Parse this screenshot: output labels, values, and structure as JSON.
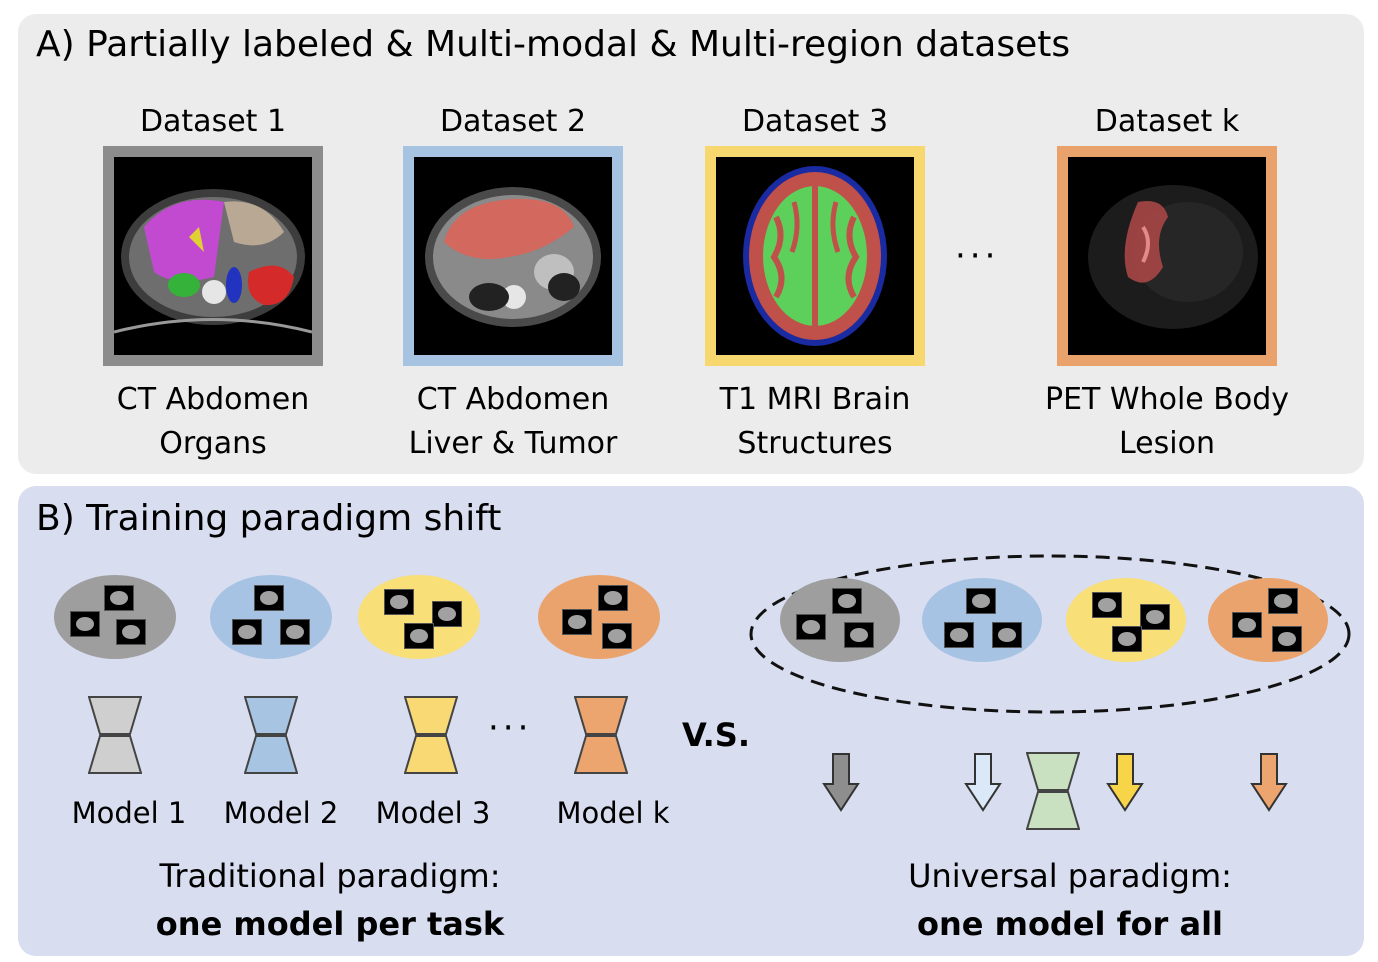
{
  "panel_a": {
    "title": "A) Partially labeled & Multi-modal & Multi-region datasets",
    "datasets": [
      {
        "label": "Dataset 1",
        "caption_line1": "CT  Abdomen",
        "caption_line2": "Organs",
        "frame_color": "#8c8c8c"
      },
      {
        "label": "Dataset 2",
        "caption_line1": "CT  Abdomen",
        "caption_line2": "Liver & Tumor",
        "frame_color": "#a6c3e1"
      },
      {
        "label": "Dataset 3",
        "caption_line1": "T1 MRI Brain",
        "caption_line2": "Structures",
        "frame_color": "#f7d86e"
      },
      {
        "label": "Dataset k",
        "caption_line1": "PET  Whole Body",
        "caption_line2": "Lesion",
        "frame_color": "#e9a26b"
      }
    ],
    "ellipsis": "···"
  },
  "panel_b": {
    "title": "B) Training paradigm shift",
    "models": [
      {
        "label": "Model 1",
        "color": "#cfcfcf"
      },
      {
        "label": "Model 2",
        "color": "#a8c4e3"
      },
      {
        "label": "Model 3",
        "color": "#f8d974"
      },
      {
        "label": "Model k",
        "color": "#eca56e"
      }
    ],
    "model_ellipsis": "···",
    "vs": "V.S.",
    "traditional_line1": "Traditional paradigm:",
    "traditional_line2": "one model per task",
    "universal_line1": "Universal paradigm:",
    "universal_line2": "one model for all",
    "universal_model_color": "#c9e1c0",
    "ellipse_colors": [
      "#9e9e9e",
      "#a7c3e3",
      "#f9df77",
      "#eba36d"
    ]
  }
}
